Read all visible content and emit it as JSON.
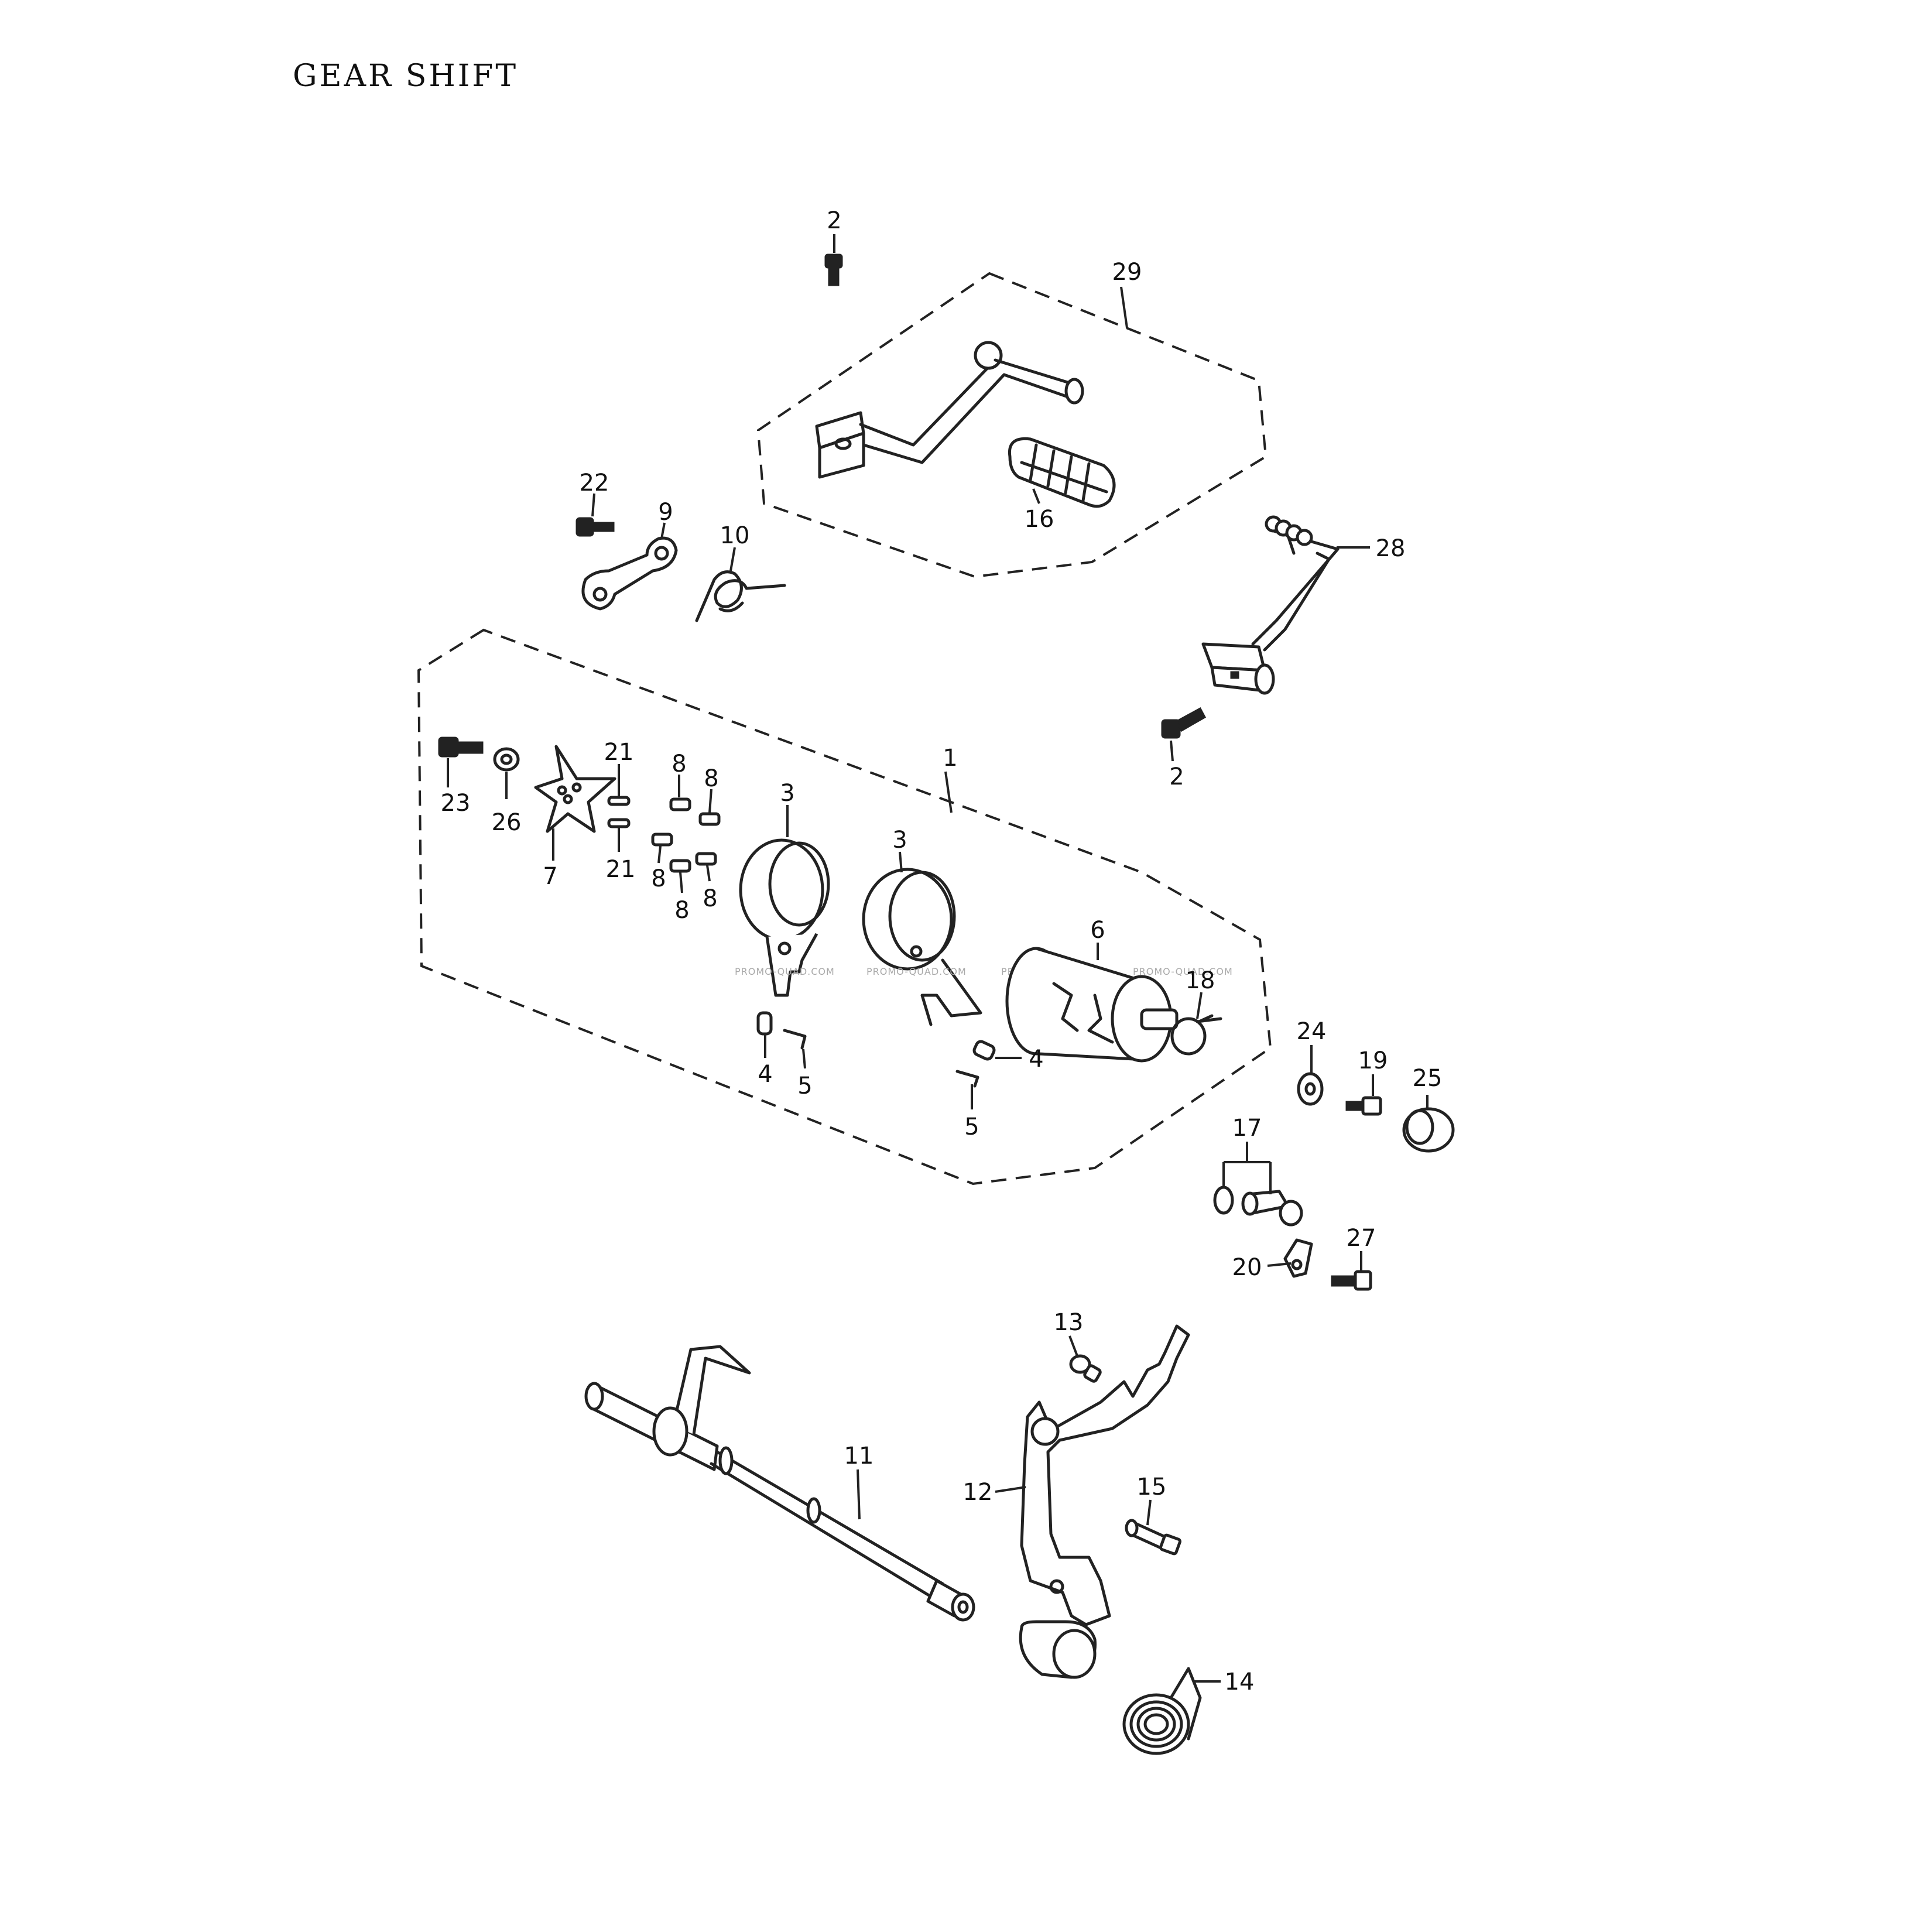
{
  "title": "GEAR SHIFT",
  "watermark": "PROMO-QUAD.COM",
  "callouts": {
    "assembly_1": "1",
    "bolt_2_top": "2",
    "bolt_2_lower": "2",
    "fork_3_left": "3",
    "fork_3_right": "3",
    "pin_4_left": "4",
    "pin_4_right": "4",
    "clip_5_left": "5",
    "clip_5_right": "5",
    "drum_6": "6",
    "star_7": "7",
    "pin_8_a": "8",
    "pin_8_b": "8",
    "pin_8_c": "8",
    "pin_8_d": "8",
    "pin_8_e": "8",
    "stopper_9": "9",
    "spring_10": "10",
    "shaft_11": "11",
    "arm_12": "12",
    "pin_13": "13",
    "spring_14": "14",
    "bolt_15": "15",
    "rubber_16": "16",
    "shaft_17": "17",
    "clip_18": "18",
    "bolt_19": "19",
    "plate_20": "20",
    "pin_21_top": "21",
    "pin_21_bottom": "21",
    "bolt_22": "22",
    "bolt_23": "23",
    "washer_24": "24",
    "cap_25": "25",
    "washer_26": "26",
    "bolt_27": "27",
    "pedal_28": "28",
    "pedal_assy_29": "29"
  }
}
